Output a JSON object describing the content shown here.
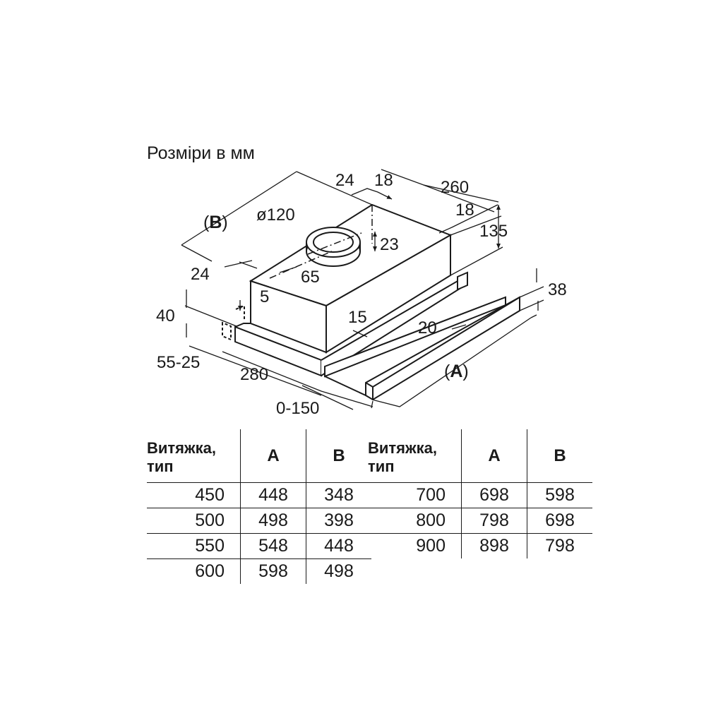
{
  "title": "Розміри в мм",
  "dimensions": {
    "d24_top": "24",
    "d18_top": "18",
    "d260": "260",
    "d18_right": "18",
    "d135": "135",
    "dB_open": "(",
    "dB_letter": "B",
    "dB_close": ")",
    "d120": "ø120",
    "d23": "23",
    "d24_left": "24",
    "d65": "65",
    "d5": "5",
    "d40": "40",
    "d15": "15",
    "d20": "20",
    "d38": "38",
    "d55_25": "55-25",
    "d280": "280",
    "dA_open": "(",
    "dA_letter": "A",
    "dA_close": ")",
    "d0_150": "0-150"
  },
  "tables": [
    {
      "header": {
        "type": "Витяжка, тип",
        "type_line1": "Витяжка,",
        "type_line2": "тип",
        "a": "A",
        "b": "B"
      },
      "rows": [
        {
          "type": "450",
          "a": "448",
          "b": "348"
        },
        {
          "type": "500",
          "a": "498",
          "b": "398"
        },
        {
          "type": "550",
          "a": "548",
          "b": "448"
        },
        {
          "type": "600",
          "a": "598",
          "b": "498"
        }
      ]
    },
    {
      "header": {
        "type": "Витяжка, тип",
        "type_line1": "Витяжка,",
        "type_line2": "тип",
        "a": "A",
        "b": "B"
      },
      "rows": [
        {
          "type": "700",
          "a": "698",
          "b": "598"
        },
        {
          "type": "800",
          "a": "798",
          "b": "698"
        },
        {
          "type": "900",
          "a": "898",
          "b": "798"
        }
      ]
    }
  ]
}
